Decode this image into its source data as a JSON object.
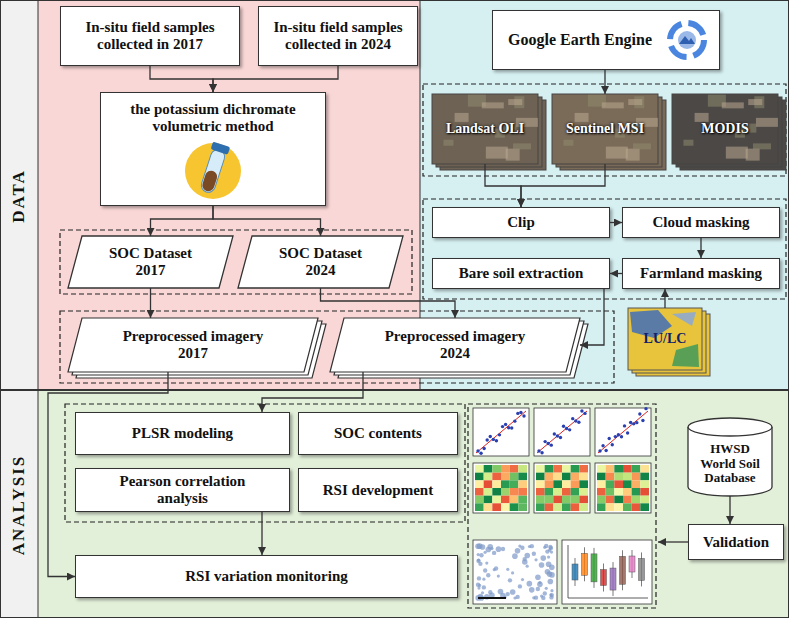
{
  "diagram": {
    "nodes": [
      {
        "text": [
          "DATA"
        ]
      },
      {
        "text": [
          "In-situ field samples collected in 2017"
        ],
        "in": 0
      },
      {
        "text": [
          "In-situ field samples collected in 2024"
        ],
        "in": 0
      },
      {
        "text": [
          "the potassium dichromate volumetric method"
        ],
        "in": 0
      },
      {
        "text": [
          "SOC Dataset 2017"
        ],
        "in": 0
      },
      {
        "text": [
          "SOC Dataset 2024"
        ],
        "in": 0
      },
      {
        "text": [
          "Preprocessed imagery 2017"
        ],
        "in": 0
      },
      {
        "text": [
          "Preprocessed imagery 2024"
        ],
        "in": 0
      },
      {
        "text": [
          "Google Earth Engine"
        ],
        "in": 0
      },
      {
        "text": [
          "Landsat OLI"
        ],
        "in": 0
      },
      {
        "text": [
          "Sentinel MSI"
        ],
        "in": 0
      },
      {
        "text": [
          "MODIS"
        ],
        "in": 0
      },
      {
        "text": [
          "Clip"
        ],
        "in": 0
      },
      {
        "text": [
          "Cloud masking"
        ],
        "in": 0
      },
      {
        "text": [
          "Farmland masking"
        ],
        "in": 0
      },
      {
        "text": [
          "Bare soil extraction"
        ],
        "in": 0
      },
      {
        "text": [
          "LU/LC"
        ],
        "in": 0
      },
      {
        "text": [
          "ANALYSIS"
        ]
      },
      {
        "text": [
          "PLSR modeling"
        ],
        "in": 17
      },
      {
        "text": [
          "SOC contents"
        ],
        "in": 17
      },
      {
        "text": [
          "Pearson correlation analysis"
        ],
        "in": 17
      },
      {
        "text": [
          "RSI development"
        ],
        "in": 17
      },
      {
        "text": [
          "RSI variation monitoring"
        ],
        "in": 17
      },
      {
        "text": [
          "HWSD World Soil Database"
        ],
        "in": 17
      },
      {
        "text": [
          "Validation"
        ],
        "in": 17
      }
    ],
    "edges": [
      {
        "from": 1,
        "to": 3,
        "arrow": "to"
      },
      {
        "from": 2,
        "to": 3,
        "arrow": "to"
      },
      {
        "from": 3,
        "to": 4,
        "arrow": "to"
      },
      {
        "from": 3,
        "to": 5,
        "arrow": "to"
      },
      {
        "from": 4,
        "to": 6,
        "arrow": "to"
      },
      {
        "from": 5,
        "to": 7,
        "arrow": "to"
      },
      {
        "from": 8,
        "to": 10,
        "arrow": "to"
      },
      {
        "from": 9,
        "to": 12,
        "arrow": "to"
      },
      {
        "from": 10,
        "to": 12,
        "arrow": "to"
      },
      {
        "from": 12,
        "to": 13,
        "arrow": "to"
      },
      {
        "from": 13,
        "to": 14,
        "arrow": "to"
      },
      {
        "from": 14,
        "to": 15,
        "arrow": "to"
      },
      {
        "from": 16,
        "to": 14,
        "arrow": "to"
      },
      {
        "from": 15,
        "to": 7,
        "arrow": "to"
      },
      {
        "from": 7,
        "to": 18,
        "arrow": "to"
      },
      {
        "from": 6,
        "to": 22,
        "arrow": "to"
      },
      {
        "from": 20,
        "to": 22,
        "arrow": "to"
      },
      {
        "from": 23,
        "to": 24,
        "arrow": "to"
      }
    ]
  }
}
